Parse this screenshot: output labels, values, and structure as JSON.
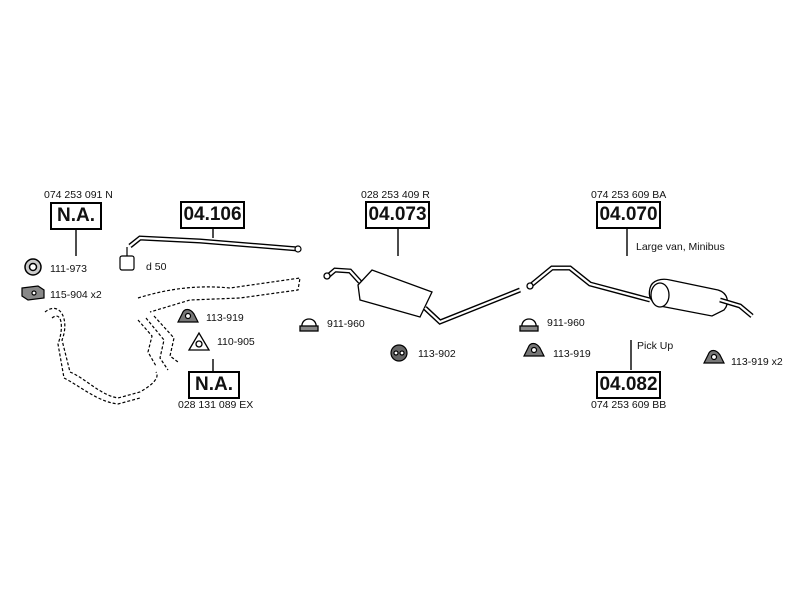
{
  "part_numbers": {
    "left_top": "074 253 091 N",
    "left_bottom": "028 131 089 EX",
    "middle_top": "028 253 409 R",
    "right_top": "074 253 609 BA",
    "right_bottom": "074 253 609 BB"
  },
  "boxes": {
    "left_top": "N.A.",
    "left_center": "04.106",
    "left_bottom": "N.A.",
    "middle": "04.073",
    "right_top": "04.070",
    "right_bottom": "04.082"
  },
  "notes": {
    "diameter": "d 50",
    "large_van": "Large van, Minibus",
    "pick_up": "Pick Up"
  },
  "parts": {
    "ring_left": "111-973",
    "clamp_left": "115-904 x2",
    "hanger_left": "113-919",
    "gasket_left": "110-905",
    "clamp_mid": "911-960",
    "mount_mid": "113-902",
    "clamp_right": "911-960",
    "hanger_right": "113-919",
    "hanger_far_right": "113-919 x2"
  }
}
